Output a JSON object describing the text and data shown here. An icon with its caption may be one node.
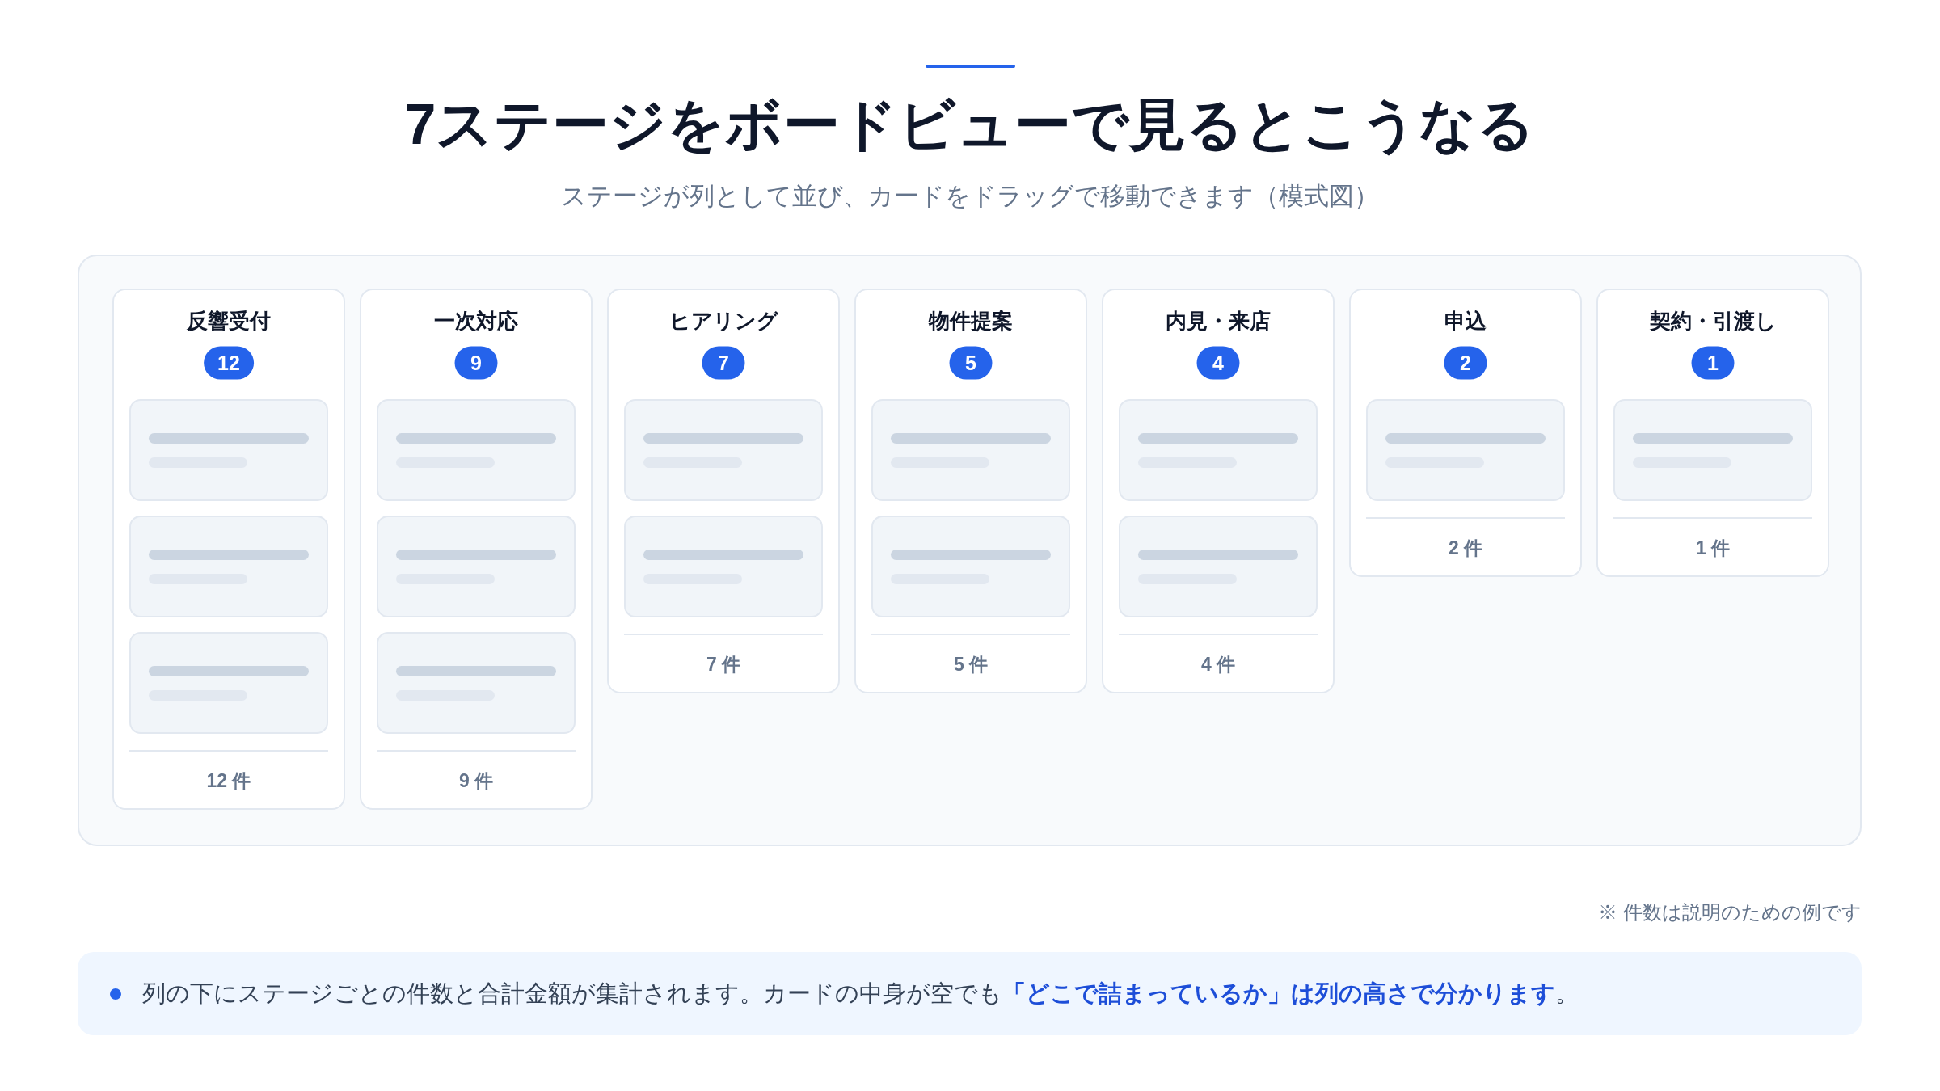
{
  "diagram": {
    "title": "7ステージをボードビューで見るとこうなる",
    "caption": "ステージが列として並び、カードをドラッグで移動できます（模式図）",
    "nodes": [
      {
        "text": [],
        "shape": "box"
      },
      {
        "text": [
          "反響受付",
          "12 件"
        ],
        "in": 0
      },
      {
        "text": [
          "12"
        ],
        "in": 1
      },
      {
        "text": [],
        "shape": "box",
        "in": 1
      },
      {
        "text": [],
        "shape": "box",
        "in": 1
      },
      {
        "text": [],
        "shape": "box",
        "in": 1
      },
      {
        "text": [
          "一次対応",
          "9 件"
        ],
        "in": 0
      },
      {
        "text": [
          "9"
        ],
        "in": 6
      },
      {
        "text": [],
        "shape": "box",
        "in": 6
      },
      {
        "text": [],
        "shape": "box",
        "in": 6
      },
      {
        "text": [],
        "shape": "box",
        "in": 6
      },
      {
        "text": [
          "ヒアリング",
          "7 件"
        ],
        "in": 0
      },
      {
        "text": [
          "7"
        ],
        "in": 11
      },
      {
        "text": [],
        "shape": "box",
        "in": 11
      },
      {
        "text": [],
        "shape": "box",
        "in": 11
      },
      {
        "text": [
          "物件提案",
          "5 件"
        ],
        "in": 0
      },
      {
        "text": [
          "5"
        ],
        "in": 15
      },
      {
        "text": [],
        "shape": "box",
        "in": 15
      },
      {
        "text": [],
        "shape": "box",
        "in": 15
      },
      {
        "text": [
          "内見・来店",
          "4 件"
        ],
        "in": 0
      },
      {
        "text": [
          "4"
        ],
        "in": 19
      },
      {
        "text": [],
        "shape": "box",
        "in": 19
      },
      {
        "text": [],
        "shape": "box",
        "in": 19
      },
      {
        "text": [
          "申込",
          "2 件"
        ],
        "in": 0
      },
      {
        "text": [
          "2"
        ],
        "in": 23
      },
      {
        "text": [],
        "shape": "box",
        "in": 23
      },
      {
        "text": [
          "契約・引渡し",
          "1 件"
        ],
        "in": 0
      },
      {
        "text": [
          "1"
        ],
        "in": 26
      },
      {
        "text": [],
        "shape": "box",
        "in": 26
      },
      {
        "text": [
          "列の下にステージごとの件数と合計金額が集計されます。カードの中身が空でも**「どこで詰まっているか」は列の高さで分かります**。"
        ]
      }
    ],
    "labels": [
      "※ 件数は説明のための例です"
    ]
  }
}
